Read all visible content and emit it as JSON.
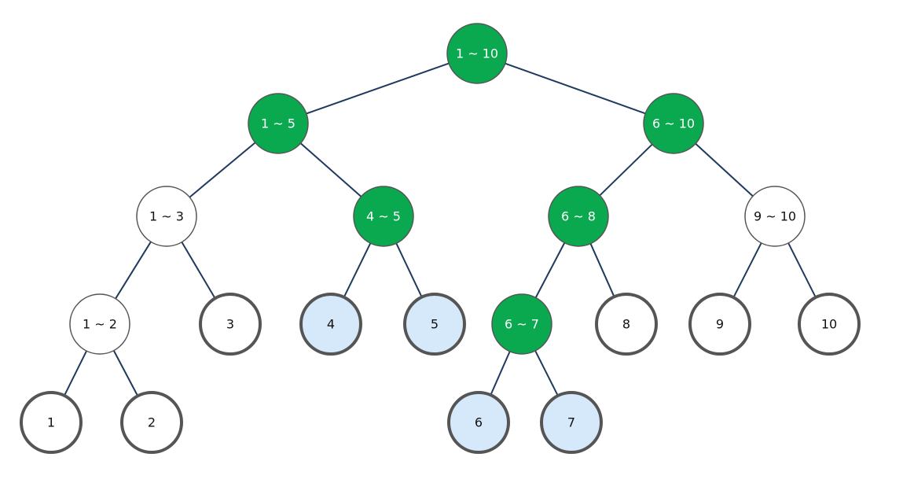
{
  "colors": {
    "highlight_fill": "#0aa84f",
    "highlight_text": "#ffffff",
    "normal_fill": "#ffffff",
    "normal_text": "#111111",
    "query_leaf_fill": "#d6e9fb",
    "edge": "#1f3a5f",
    "border": "#555555"
  },
  "nodes": [
    {
      "id": "n1-10",
      "label": "1 ~ 10",
      "state": "highlight",
      "kind": "internal",
      "parent": null
    },
    {
      "id": "n1-5",
      "label": "1 ~ 5",
      "state": "highlight",
      "kind": "internal",
      "parent": "n1-10"
    },
    {
      "id": "n6-10",
      "label": "6 ~ 10",
      "state": "highlight",
      "kind": "internal",
      "parent": "n1-10"
    },
    {
      "id": "n1-3",
      "label": "1 ~ 3",
      "state": "normal",
      "kind": "internal",
      "parent": "n1-5"
    },
    {
      "id": "n4-5",
      "label": "4 ~ 5",
      "state": "highlight",
      "kind": "internal",
      "parent": "n1-5"
    },
    {
      "id": "n6-8",
      "label": "6 ~ 8",
      "state": "highlight",
      "kind": "internal",
      "parent": "n6-10"
    },
    {
      "id": "n9-10",
      "label": "9 ~ 10",
      "state": "normal",
      "kind": "internal",
      "parent": "n6-10"
    },
    {
      "id": "n1-2",
      "label": "1 ~ 2",
      "state": "normal",
      "kind": "internal",
      "parent": "n1-3"
    },
    {
      "id": "n3",
      "label": "3",
      "state": "normal",
      "kind": "leaf",
      "parent": "n1-3"
    },
    {
      "id": "n4",
      "label": "4",
      "state": "query",
      "kind": "leaf",
      "parent": "n4-5"
    },
    {
      "id": "n5",
      "label": "5",
      "state": "query",
      "kind": "leaf",
      "parent": "n4-5"
    },
    {
      "id": "n6-7",
      "label": "6 ~ 7",
      "state": "highlight",
      "kind": "internal",
      "parent": "n6-8"
    },
    {
      "id": "n8",
      "label": "8",
      "state": "normal",
      "kind": "leaf",
      "parent": "n6-8"
    },
    {
      "id": "n9",
      "label": "9",
      "state": "normal",
      "kind": "leaf",
      "parent": "n9-10"
    },
    {
      "id": "n10",
      "label": "10",
      "state": "normal",
      "kind": "leaf",
      "parent": "n9-10"
    },
    {
      "id": "nl1",
      "label": "1",
      "state": "normal",
      "kind": "leaf",
      "parent": "n1-2"
    },
    {
      "id": "nl2",
      "label": "2",
      "state": "normal",
      "kind": "leaf",
      "parent": "n1-2"
    },
    {
      "id": "nl6",
      "label": "6",
      "state": "query",
      "kind": "leaf",
      "parent": "n6-7"
    },
    {
      "id": "nl7",
      "label": "7",
      "state": "query",
      "kind": "leaf",
      "parent": "n6-7"
    }
  ]
}
